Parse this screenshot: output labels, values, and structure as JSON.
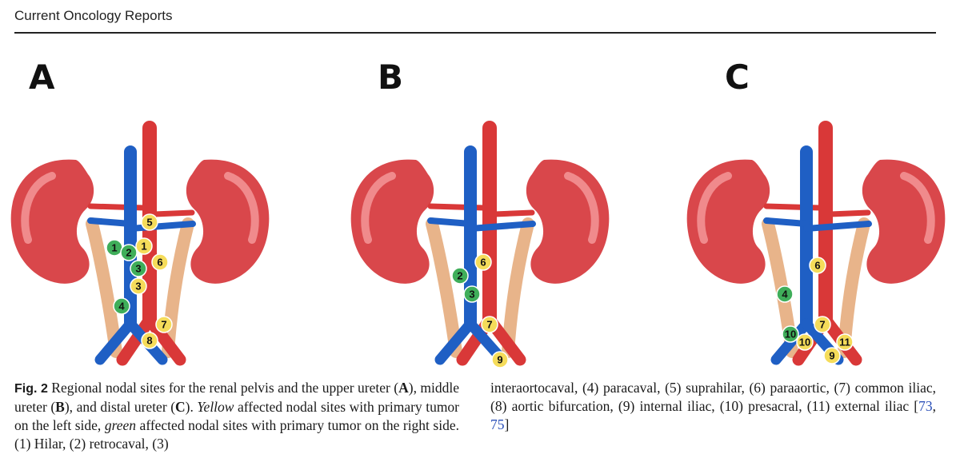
{
  "header": {
    "journal": "Current Oncology Reports"
  },
  "panels": [
    {
      "letter": "A",
      "nodes": [
        {
          "label": "5",
          "color": "yellow"
        },
        {
          "label": "1",
          "color": "green"
        },
        {
          "label": "1",
          "color": "yellow"
        },
        {
          "label": "2",
          "color": "green"
        },
        {
          "label": "3",
          "color": "green"
        },
        {
          "label": "6",
          "color": "yellow"
        },
        {
          "label": "3",
          "color": "yellow"
        },
        {
          "label": "4",
          "color": "green"
        },
        {
          "label": "7",
          "color": "yellow"
        },
        {
          "label": "8",
          "color": "yellow"
        }
      ]
    },
    {
      "letter": "B",
      "nodes": [
        {
          "label": "6",
          "color": "yellow"
        },
        {
          "label": "2",
          "color": "green"
        },
        {
          "label": "3",
          "color": "green"
        },
        {
          "label": "7",
          "color": "yellow"
        },
        {
          "label": "9",
          "color": "yellow"
        }
      ]
    },
    {
      "letter": "C",
      "nodes": [
        {
          "label": "6",
          "color": "yellow"
        },
        {
          "label": "4",
          "color": "green"
        },
        {
          "label": "7",
          "color": "yellow"
        },
        {
          "label": "10",
          "color": "green"
        },
        {
          "label": "10",
          "color": "yellow"
        },
        {
          "label": "11",
          "color": "yellow"
        },
        {
          "label": "9",
          "color": "yellow"
        }
      ]
    }
  ],
  "colors": {
    "yellow": "#f5dc5a",
    "green": "#3fae5a",
    "artery": "#d93838",
    "vein": "#1f5fc4",
    "kidney": "#d9474b",
    "ureter": "#e8b48a"
  },
  "caption": {
    "fig_label": "Fig. 2",
    "p1": " Regional nodal sites for the renal pelvis and the upper ureter (",
    "A": "A",
    "p2": "), middle ureter (",
    "B": "B",
    "p3": "), and distal ureter (",
    "C": "C",
    "p4": "). ",
    "yellow_word": "Yellow",
    "p5": " affected nodal sites with primary tumor on the left side, ",
    "green_word": "green",
    "p6": " affected nodal sites with primary tumor on the right side. (1) Hilar, (2) retrocaval, (3)",
    "right_text": "interaortocaval, (4) paracaval, (5) suprahilar, (6) paraaortic, (7) common iliac, (8) aortic bifurcation, (9) internal iliac, (10) presacral, (11) external iliac [",
    "ref1": "73",
    "sep": ", ",
    "ref2": "75",
    "end": "]"
  }
}
